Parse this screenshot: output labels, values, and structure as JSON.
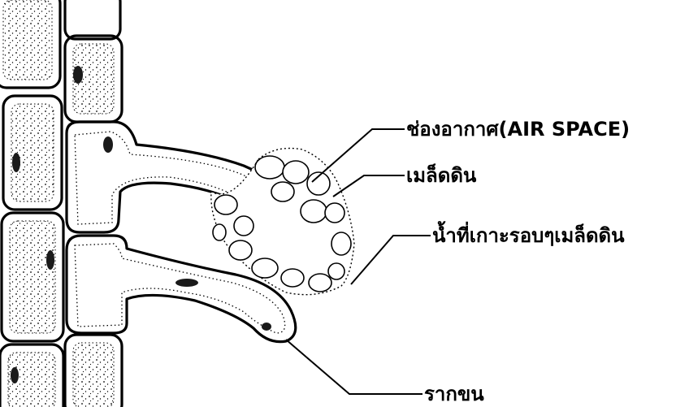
{
  "labels": {
    "air_space": "ช่องอากาศ(AIR SPACE)",
    "soil_particle": "เมล็ดดิน",
    "water_film": "น้ำที่เกาะรอบๆเมล็ดดิน",
    "root_hair": "รากขน"
  }
}
